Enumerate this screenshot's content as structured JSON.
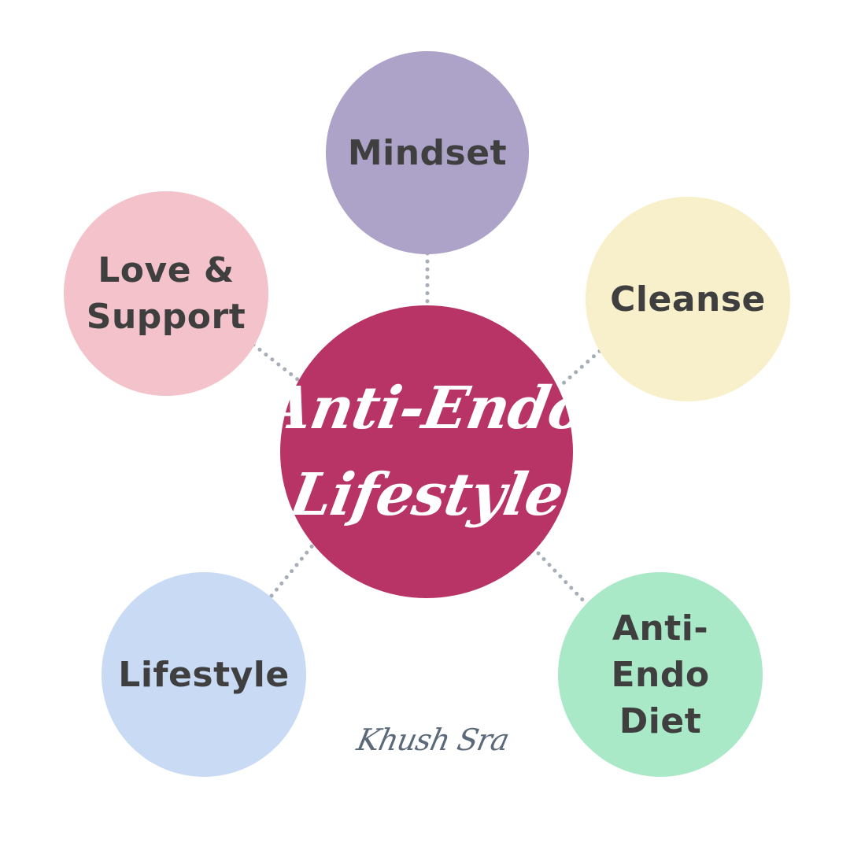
{
  "colors": {
    "background": "#ffffff",
    "hub_fill": "#b83366",
    "hub_text": "#ffffff",
    "node_text": "#3f3f3f",
    "connector": "#a7aeb8",
    "signature": "#5b6a7a"
  },
  "hub": {
    "line1": "Anti-Endo",
    "line2": "Lifestyle"
  },
  "nodes": [
    {
      "id": "mindset",
      "label": "Mindset",
      "fill": "#ada2c8"
    },
    {
      "id": "cleanse",
      "label": "Cleanse",
      "fill": "#f8f0ca"
    },
    {
      "id": "love",
      "label": "Love &\nSupport",
      "fill": "#f4c2ca"
    },
    {
      "id": "lifestyle",
      "label": "Lifestyle",
      "fill": "#c8daf4"
    },
    {
      "id": "diet",
      "label": "Anti-\nEndo\nDiet",
      "fill": "#a9e9c7"
    }
  ],
  "signature": "Khush Sra"
}
